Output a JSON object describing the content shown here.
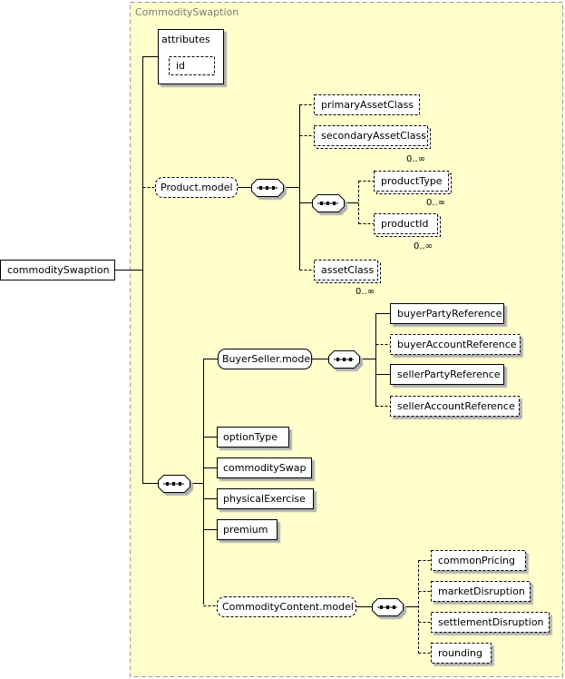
{
  "root_element": "commoditySwaption",
  "complex_type": "CommoditySwaption",
  "attributes": {
    "title": "attributes",
    "items": [
      "id"
    ]
  },
  "product_model": {
    "name": "Product.model",
    "children": {
      "primary_asset_class": {
        "name": "primaryAssetClass"
      },
      "secondary_asset_class": {
        "name": "secondaryAssetClass",
        "cardinality": "0..∞"
      },
      "product_type": {
        "name": "productType",
        "cardinality": "0..∞"
      },
      "product_id": {
        "name": "productId",
        "cardinality": "0..∞"
      },
      "asset_class": {
        "name": "assetClass",
        "cardinality": "0..∞"
      }
    }
  },
  "buyer_seller_model": {
    "name": "BuyerSeller.model",
    "children": [
      "buyerPartyReference",
      "buyerAccountReference",
      "sellerPartyReference",
      "sellerAccountReference"
    ]
  },
  "elements": [
    "optionType",
    "commoditySwap",
    "physicalExercise",
    "premium"
  ],
  "commodity_content_model": {
    "name": "CommodityContent.model",
    "children": [
      "commonPricing",
      "marketDisruption",
      "settlementDisruption",
      "rounding"
    ]
  },
  "colors": {
    "panel_fill": "#ffffcc",
    "panel_border": "#999999",
    "box_fill": "#ffffff",
    "line": "#000000"
  }
}
